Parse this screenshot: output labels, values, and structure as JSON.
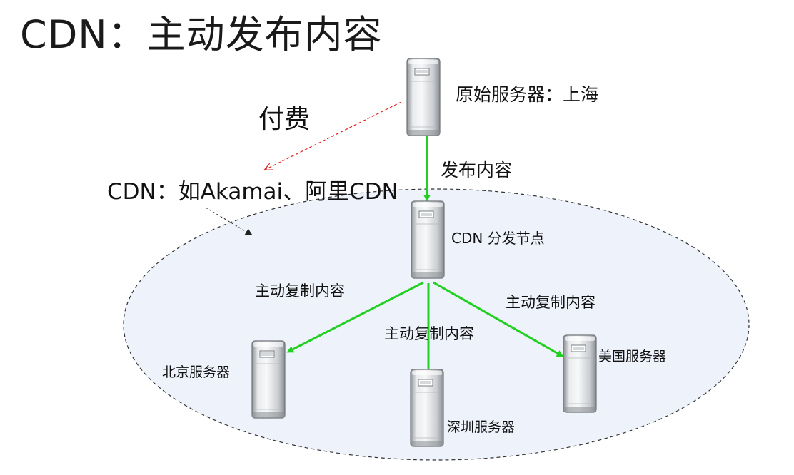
{
  "title": "CDN：主动发布内容",
  "labels": {
    "payment": "付费",
    "cdn_provider": "CDN：如Akamai、阿里CDN",
    "origin_server": "原始服务器：上海",
    "publish_content": "发布内容",
    "cdn_distribution_node": "CDN 分发节点",
    "replicate_left": "主动复制内容",
    "replicate_middle": "主动复制内容",
    "replicate_right": "主动复制内容",
    "beijing_server": "北京服务器",
    "shenzhen_server": "深圳服务器",
    "us_server": "美国服务器"
  },
  "colors": {
    "green_arrow": "#22d022",
    "red_dashed_arrow": "#e02020",
    "black_dashed_arrow": "#222222",
    "ellipse_fill": "#eef2fb",
    "ellipse_border": "#333333"
  },
  "icons": {
    "server": "server-tower-icon"
  }
}
